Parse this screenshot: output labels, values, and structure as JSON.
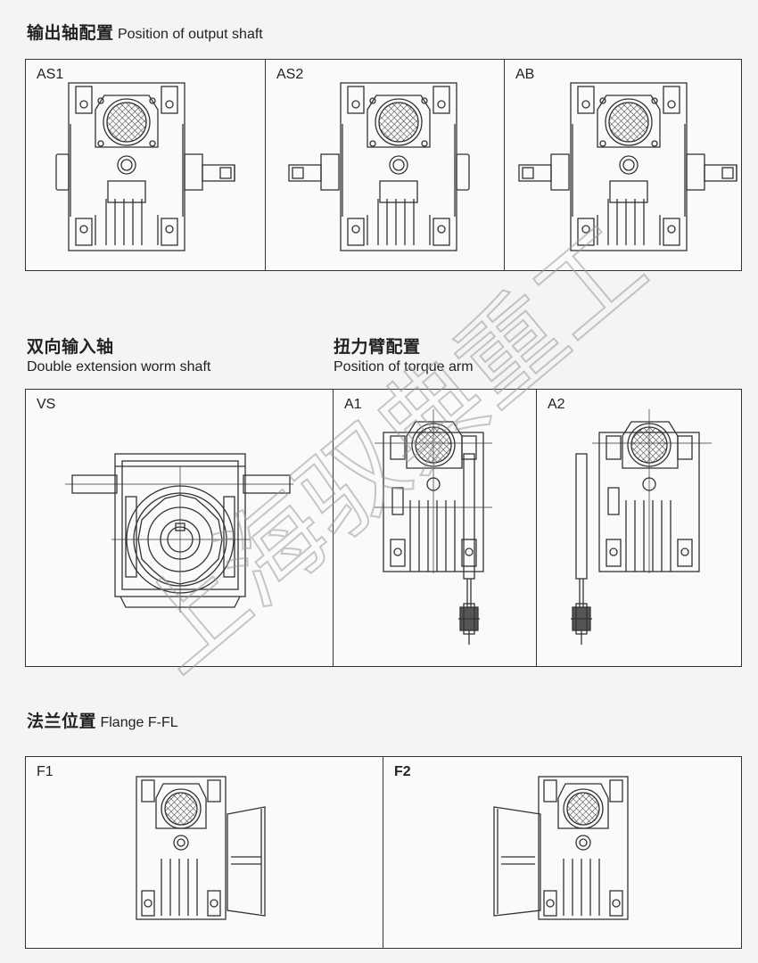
{
  "section1": {
    "title_zh": "输出轴配置",
    "title_en": "Position of output shaft",
    "items": [
      {
        "label": "AS1"
      },
      {
        "label": "AS2"
      },
      {
        "label": "AB"
      }
    ]
  },
  "section2": {
    "title_zh": "双向输入轴",
    "title_en": "Double extension worm shaft",
    "items": [
      {
        "label": "VS"
      }
    ]
  },
  "section3": {
    "title_zh": "扭力臂配置",
    "title_en": "Position of torque arm",
    "items": [
      {
        "label": "A1"
      },
      {
        "label": "A2"
      }
    ]
  },
  "section4": {
    "title_zh": "法兰位置",
    "title_en": "Flange F-FL",
    "items": [
      {
        "label": "F1"
      },
      {
        "label": "F2"
      }
    ]
  },
  "watermark": {
    "text": "上海驭典重工",
    "color": "#9a9a9a"
  }
}
